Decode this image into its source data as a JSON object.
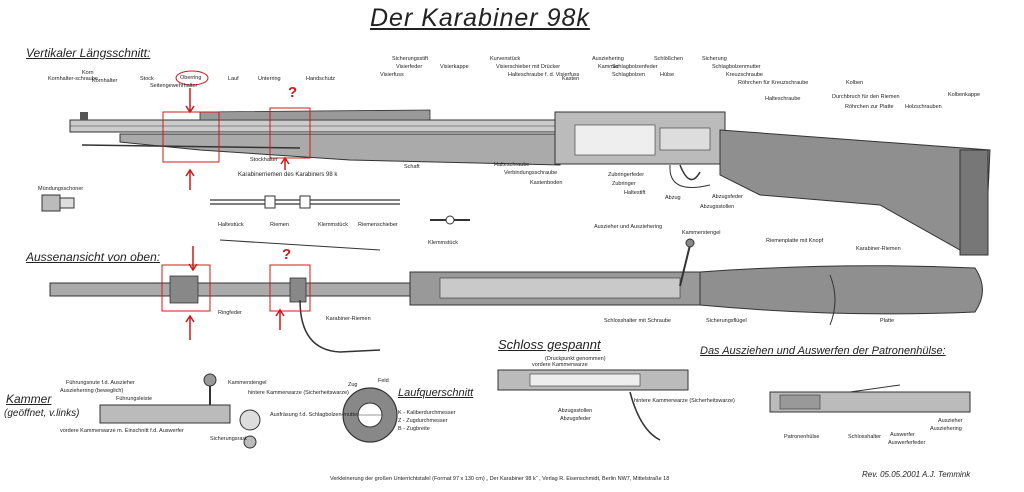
{
  "title": "Der Karabiner 98k",
  "sections": {
    "longitudinal": "Vertikaler Längsschnitt:",
    "outside": "Aussenansicht von oben:",
    "bolt_cocked": "Schloss gespannt",
    "bolt_cocked_note": "(Druckpunkt genommen)",
    "extraction": "Das Ausziehen und Auswerfen der Patronenhülse:",
    "bolt_title": "Kammer",
    "bolt_subtitle": "(geöffnet, v.links)",
    "barrel_section": "Laufquerschnitt",
    "sling": "Karabinerriemen des Karabiners 98 k",
    "muzzle_cover": "Mündungsschoner",
    "clamp_piece": "Klemmstück"
  },
  "labels_top": [
    "Kornhalter-schraube",
    "Korn",
    "Kornhalter",
    "Stock",
    "Oberring",
    "Seitengewehrhalter",
    "Lauf",
    "Unterring",
    "Handschutz",
    "Sicherungsstift",
    "Visierfeder",
    "Visierkappe",
    "Visierfuss",
    "Kurvenstück",
    "Visierschieber mit Drücker",
    "Halteschraube f. d. Visierfuss",
    "Kasten",
    "Ausziehering",
    "Kammer",
    "Schlagbolzenfeder",
    "Schlagbolzen",
    "Schlößchen",
    "Hülse",
    "Sicherung",
    "Schlagbolzenmutter",
    "Kreuzschraube",
    "Röhrchen für Kreuzschraube",
    "Halteschraube",
    "Kolben",
    "Durchbruch für den Riemen",
    "Röhrchen zur Platte",
    "Holzschrauben",
    "Kolbenkappe"
  ],
  "labels_mid": [
    "Stockhalter",
    "Schaft",
    "Halteschraube",
    "Verbindungsschraube",
    "Kastenboden",
    "Zubringerfeder",
    "Zubringer",
    "Haltestift",
    "Abzug",
    "Abzugsfeder",
    "Abzugsstollen"
  ],
  "labels_sling": [
    "Haltestück",
    "Riemen",
    "Klemmstück",
    "Riemenschieber"
  ],
  "labels_outside": [
    "Ringfeder",
    "Karabiner-Riemen",
    "Auszieher und Ausziehering",
    "Kammerstengel",
    "Schlosshalter mit Schraube",
    "Sicherungsflügel",
    "Riemenplatte mit Knopf",
    "Karabiner-Riemen",
    "Platte"
  ],
  "labels_bolt": [
    "Führungsnute f.d. Auszieher",
    "Auszieherring (beweglich)",
    "Führungsleiste",
    "Kammerstengel",
    "hintere Kammerwarze (Sicherheitswarze)",
    "Ausfräsung f.d. Schlagbolzen-mutter",
    "vordere Kammerwarze m. Einschnitt f.d. Auswerfer",
    "Sicherungsrast"
  ],
  "labels_section": [
    "Zug",
    "Feld",
    "K - Kaliberdurchmesser",
    "Z - Zugdurchmesser",
    "B - Zugbreite"
  ],
  "labels_cocked": [
    "vordere Kammerwarze",
    "Abzugsstollen",
    "Abzugsfeder",
    "hintere Kammerwarze (Sicherheitswarze)"
  ],
  "labels_extract": [
    "Auszieher",
    "Ausziehering",
    "Patronenhülse",
    "Schlosshalter",
    "Auswerfer",
    "Auswerferfeder"
  ],
  "annotations": {
    "q1": "?",
    "q2": "?"
  },
  "caption": "Verkleinerung der großen Unterrichtstafel (Format 97 x 130 cm) „ Der Karabiner 98 k“ , Verlag R. Eisenschmidt, Berlin NW7, Mittelstraße 18",
  "revision": "Rev. 05.05.2001 A.J. Temmink",
  "colors": {
    "ink": "#222222",
    "wood": "#9a9a9a",
    "metal": "#666666",
    "annotation": "#d01818"
  }
}
